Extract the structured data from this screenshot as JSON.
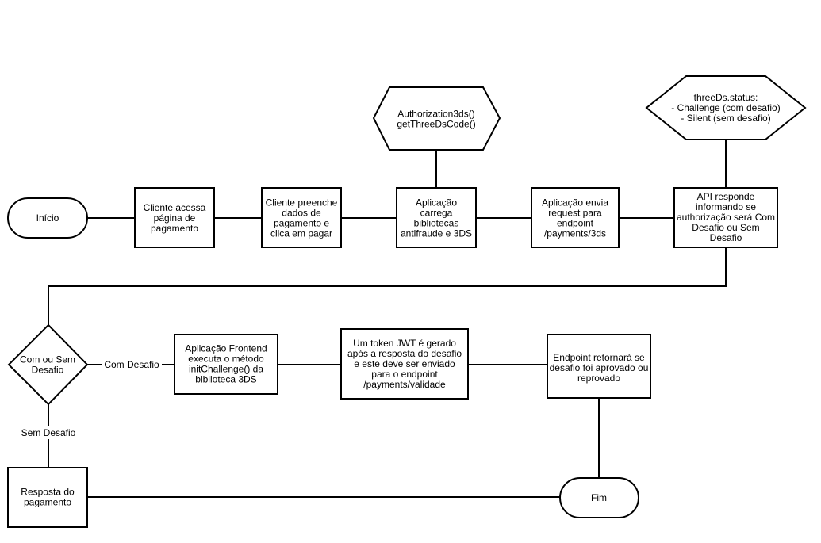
{
  "nodes": {
    "inicio": {
      "lines": [
        "Início"
      ]
    },
    "cliente_acessa": {
      "lines": [
        "Cliente acessa",
        "página de",
        "pagamento"
      ]
    },
    "cliente_preenche": {
      "lines": [
        "Cliente preenche",
        "dados de",
        "pagamento e",
        "clica em pagar"
      ]
    },
    "aplicacao_carrega": {
      "lines": [
        "Aplicação",
        "carrega",
        "bibliotecas",
        "antifraude e 3DS"
      ]
    },
    "auth3ds": {
      "lines": [
        "Authorization3ds()",
        "getThreeDsCode()"
      ]
    },
    "aplicacao_envia": {
      "lines": [
        "Aplicação envia",
        "request para",
        "endpoint",
        "/payments/3ds"
      ]
    },
    "api_responde": {
      "lines": [
        "API responde",
        "informando se",
        "authorização será Com",
        "Desafio ou Sem",
        "Desafio"
      ]
    },
    "threeds_status": {
      "lines": [
        "threeDs.status:",
        "- Challenge (com desafio)",
        "- Silent (sem desafio)"
      ]
    },
    "decisao": {
      "lines": [
        "Com ou Sem",
        "Desafio"
      ]
    },
    "frontend": {
      "lines": [
        "Aplicação Frontend",
        "executa o método",
        "initChallenge() da",
        "biblioteca 3DS"
      ]
    },
    "token_jwt": {
      "lines": [
        "Um token JWT é gerado",
        "após a resposta do desafio",
        "e este deve ser enviado",
        "para o endpoint",
        "/payments/validade"
      ]
    },
    "endpoint_retorna": {
      "lines": [
        "Endpoint retornará se",
        "desafio foi aprovado ou",
        "reprovado"
      ]
    },
    "resposta": {
      "lines": [
        "Resposta do",
        "pagamento"
      ]
    },
    "fim": {
      "lines": [
        "Fim"
      ]
    }
  },
  "edges": {
    "com_desafio": "Com Desafio",
    "sem_desafio": "Sem Desafio"
  }
}
